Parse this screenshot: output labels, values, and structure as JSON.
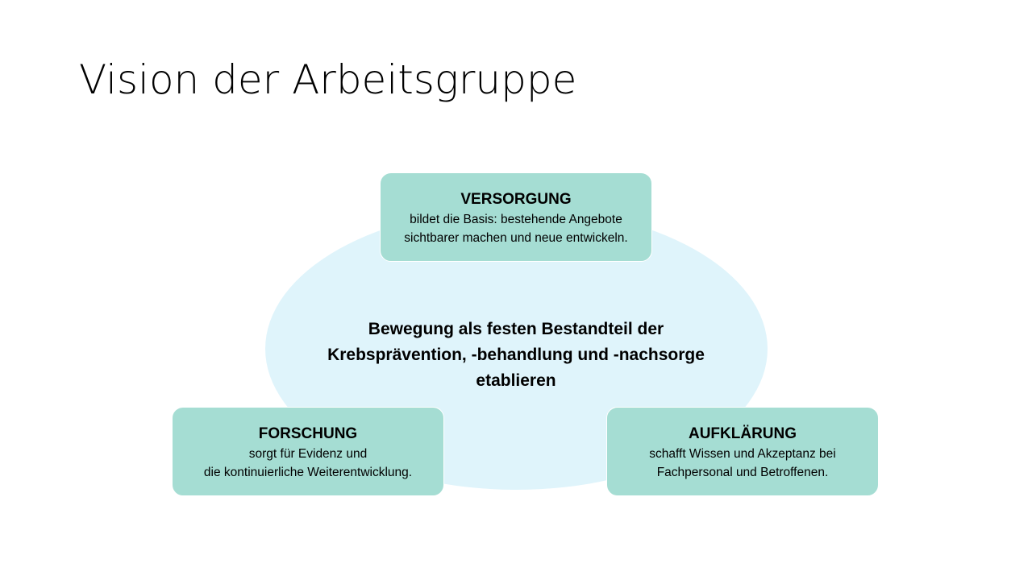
{
  "slide": {
    "title": "Vision der Arbeitsgruppe"
  },
  "center": {
    "text": "Bewegung als festen Bestandteil der Krebsprävention, -behandlung und -nachsorge etablieren"
  },
  "boxes": {
    "versorgung": {
      "title": "VERSORGUNG",
      "text": "bildet die Basis: bestehende Angebote\nsichtbarer machen und neue entwickeln."
    },
    "forschung": {
      "title": "FORSCHUNG",
      "text": "sorgt für Evidenz und\ndie kontinuierliche Weiterentwicklung."
    },
    "aufklaerung": {
      "title": "AUFKLÄRUNG",
      "text": "schafft Wissen und Akzeptanz bei\nFachpersonal und Betroffenen."
    }
  },
  "colors": {
    "ellipse_fill": "#dff4fb",
    "box_fill": "#a5ddd3",
    "background": "#ffffff"
  }
}
